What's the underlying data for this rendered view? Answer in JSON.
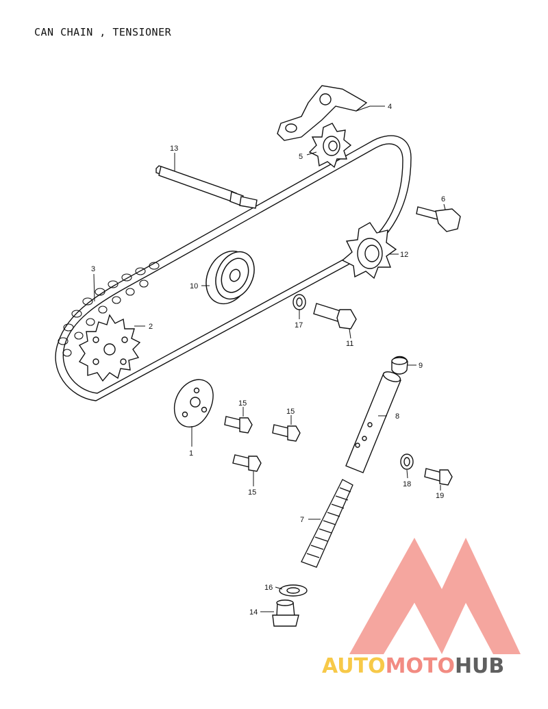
{
  "title": "CAN CHAIN , TENSIONER",
  "parts": [
    {
      "id": "p1",
      "number": "1"
    },
    {
      "id": "p2",
      "number": "2"
    },
    {
      "id": "p3",
      "number": "3"
    },
    {
      "id": "p4",
      "number": "4"
    },
    {
      "id": "p5",
      "number": "5"
    },
    {
      "id": "p6",
      "number": "6"
    },
    {
      "id": "p7",
      "number": "7"
    },
    {
      "id": "p8",
      "number": "8"
    },
    {
      "id": "p9",
      "number": "9"
    },
    {
      "id": "p10",
      "number": "10"
    },
    {
      "id": "p11",
      "number": "11"
    },
    {
      "id": "p12",
      "number": "12"
    },
    {
      "id": "p13",
      "number": "13"
    },
    {
      "id": "p14",
      "number": "14"
    },
    {
      "id": "p15a",
      "number": "15"
    },
    {
      "id": "p15b",
      "number": "15"
    },
    {
      "id": "p15c",
      "number": "15"
    },
    {
      "id": "p16",
      "number": "16"
    },
    {
      "id": "p17",
      "number": "17"
    },
    {
      "id": "p18",
      "number": "18"
    },
    {
      "id": "p19",
      "number": "19"
    }
  ],
  "watermark": {
    "part1": "AUTO",
    "part2": "MOTO",
    "part3": "HUB",
    "color1": "#f7c948",
    "color2": "#f28b82",
    "color3": "#5f5f5f",
    "logo_color": "#f28b82"
  }
}
